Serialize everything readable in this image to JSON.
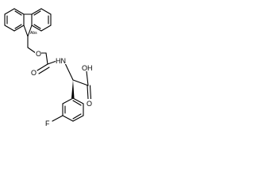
{
  "structure": {
    "labels": {
      "stereo_abs": "Abs",
      "oxygen_ether": "O",
      "oxygen_carbonyl": "O",
      "nitrogen": "HN",
      "hydroxyl": "OH",
      "oxygen_acid": "O",
      "fluorine": "F"
    },
    "colors": {
      "bond": "#000000",
      "label": "#000000",
      "background": "#ffffff"
    }
  }
}
